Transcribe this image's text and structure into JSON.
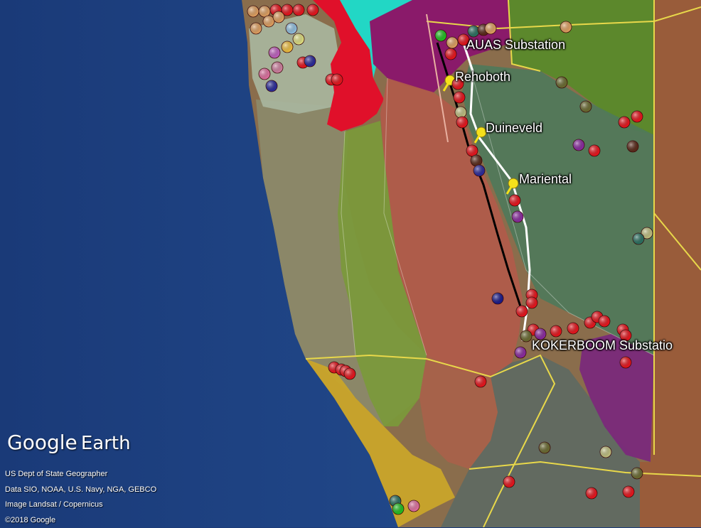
{
  "labels": {
    "auas": "AUAS Substation",
    "rehoboth": "Rehoboth",
    "duineveld": "Duineveld",
    "mariental": "Mariental",
    "kokerboom": "KOKERBOOM Substatio"
  },
  "branding": {
    "google": "Google",
    "earth": "Earth"
  },
  "credits": [
    "US Dept of State Geographer",
    "Data SIO, NOAA, U.S. Navy, NGA, GEBCO",
    "Image Landsat / Copernicus",
    "©2018 Google"
  ],
  "colors": {
    "ocean": "#1c3c7a",
    "land": "#8a6d4c",
    "route_existing": "#000000",
    "route_proposed": "#ffffff",
    "boundary": "#e8d84a",
    "pin": "#f5e11b",
    "marker_red": "#e8141c"
  }
}
